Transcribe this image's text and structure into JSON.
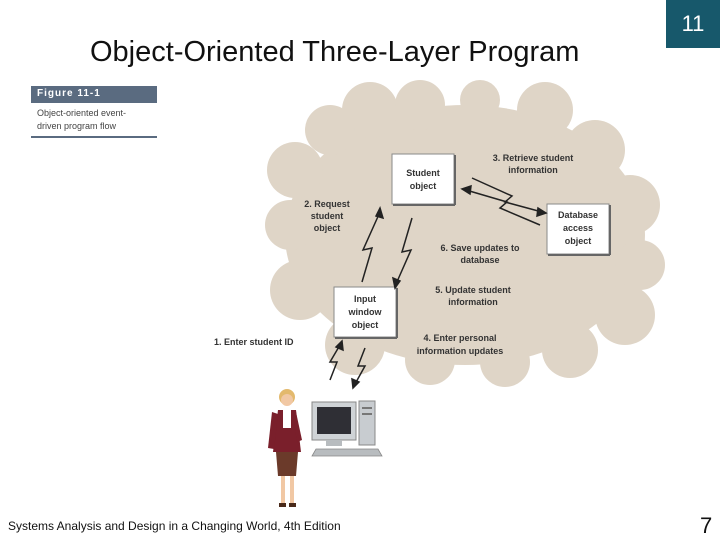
{
  "slide": {
    "title": "Object-Oriented Three-Layer Program",
    "chapter_number": "11",
    "footer": "Systems Analysis and Design in a Changing World, 4th Edition",
    "page_number": "7"
  },
  "figure": {
    "label": "Figure 11-1",
    "caption_lines": [
      "Object-oriented event-",
      "driven program flow"
    ]
  },
  "diagram": {
    "objects": {
      "student": [
        "Student",
        "object"
      ],
      "database": [
        "Database",
        "access",
        "object"
      ],
      "input": [
        "Input",
        "window",
        "object"
      ]
    },
    "steps": {
      "step1": [
        "1. Enter student ID"
      ],
      "step2": [
        "2. Request",
        "student",
        "object"
      ],
      "step3": [
        "3. Retrieve student",
        "information"
      ],
      "step4": [
        "4. Enter personal",
        "information updates"
      ],
      "step5": [
        "5.  Update student",
        "information"
      ],
      "step6": [
        "6. Save updates to",
        "database"
      ]
    }
  },
  "colors": {
    "cloud": "#dfd5c7",
    "header_bar": "#17586b",
    "object_box_border": "#8a8a8a",
    "figure_label_bg": "#5a6b80"
  }
}
